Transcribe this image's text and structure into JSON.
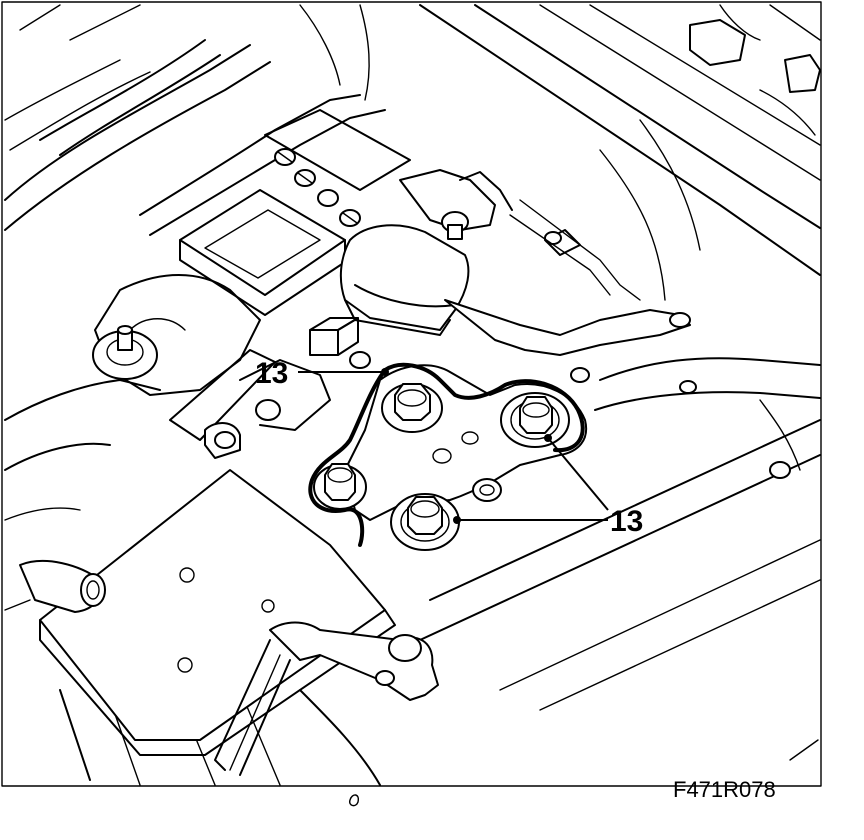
{
  "figure": {
    "figure_code": "F471R078",
    "callouts": [
      {
        "id": "callout-left",
        "label": "13"
      },
      {
        "id": "callout-right",
        "label": "13"
      }
    ]
  }
}
